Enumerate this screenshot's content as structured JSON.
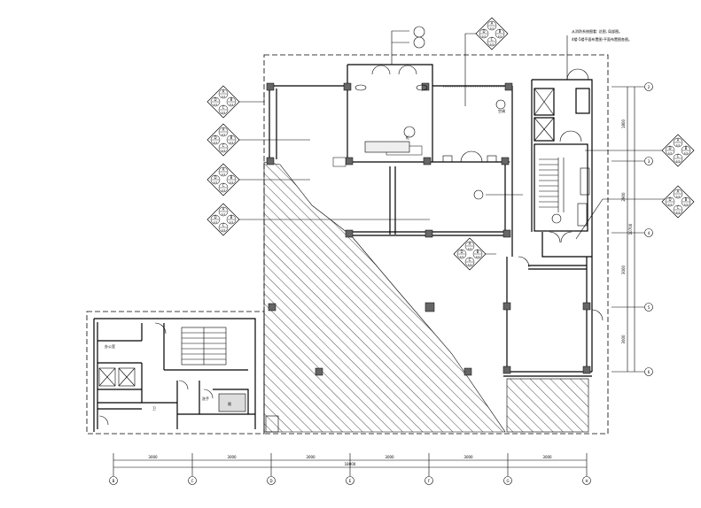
{
  "drawing": {
    "note_line1": "从消防系统图看: 总图, 局部图。",
    "note_line2": "4楼-5楼平面布置图-平面布置图各图。",
    "room_label_office": "办公室",
    "room_label_bath": "卫",
    "room_label_sink": "洗手",
    "room_label_wc": "厕",
    "room_label_ac": "空调",
    "room_label_cabinet": "柜"
  },
  "grid": {
    "column_labels": [
      "B",
      "C",
      "D",
      "E",
      "F",
      "G",
      "H"
    ],
    "row_labels": [
      "2",
      "3",
      "4",
      "5",
      "6"
    ],
    "bottom_dims": [
      "3000",
      "3000",
      "3000",
      "3000",
      "3000",
      "3000"
    ],
    "bottom_total": "18000",
    "right_dims": [
      "1800",
      "2900",
      "3000",
      "3000"
    ],
    "right_total": "10700"
  },
  "callout": {
    "marker_letters": [
      "A",
      "B",
      "C",
      "D"
    ],
    "sheet_ref": "4-5"
  }
}
